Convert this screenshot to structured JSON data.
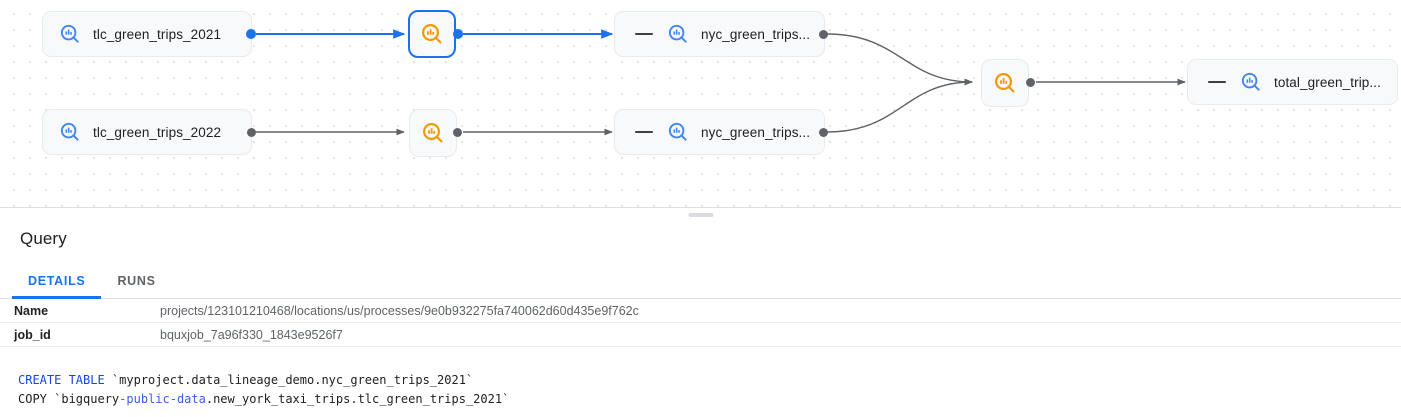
{
  "graph": {
    "nodes": [
      {
        "id": "tlc2021",
        "label": "tlc_green_trips_2021",
        "icon": "bigquery-table-icon",
        "kind": "table",
        "selected": false,
        "dash": false
      },
      {
        "id": "proc1",
        "label": "",
        "icon": "bigquery-process-icon",
        "kind": "process",
        "selected": true,
        "dash": false
      },
      {
        "id": "nyc1",
        "label": "nyc_green_trips...",
        "icon": "bigquery-table-icon",
        "kind": "table",
        "selected": false,
        "dash": true
      },
      {
        "id": "tlc2022",
        "label": "tlc_green_trips_2022",
        "icon": "bigquery-table-icon",
        "kind": "table",
        "selected": false,
        "dash": false
      },
      {
        "id": "proc2",
        "label": "",
        "icon": "bigquery-process-icon",
        "kind": "process",
        "selected": false,
        "dash": false
      },
      {
        "id": "nyc2",
        "label": "nyc_green_trips...",
        "icon": "bigquery-table-icon",
        "kind": "table",
        "selected": false,
        "dash": true
      },
      {
        "id": "proc3",
        "label": "",
        "icon": "bigquery-process-icon",
        "kind": "process",
        "selected": false,
        "dash": false
      },
      {
        "id": "total",
        "label": "total_green_trip...",
        "icon": "bigquery-table-icon",
        "kind": "table",
        "selected": false,
        "dash": true
      }
    ],
    "colors": {
      "selected_edge": "#1a73e8",
      "edge": "#5f6368",
      "table_icon": "#4285f4",
      "process_icon": "#f29900",
      "node_background": "#f8f9fa"
    }
  },
  "panel": {
    "title": "Query",
    "tabs": [
      {
        "id": "details",
        "label": "DETAILS",
        "active": true
      },
      {
        "id": "runs",
        "label": "RUNS",
        "active": false
      }
    ],
    "fields": [
      {
        "key": "Name",
        "value": "projects/123101210468/locations/us/processes/9e0b932275fa740062d60d435e9f762c"
      },
      {
        "key": "job_id",
        "value": "bquxjob_7a96f330_1843e9526f7"
      }
    ],
    "sql": {
      "line1_kw": "CREATE TABLE",
      "line1_rest": " `myproject.data_lineage_demo.nyc_green_trips_2021`",
      "line2_a": "COPY `bigquery",
      "line2_kw": "-public-data",
      "line2_b": ".new_york_taxi_trips.tlc_green_trips_2021`"
    }
  }
}
